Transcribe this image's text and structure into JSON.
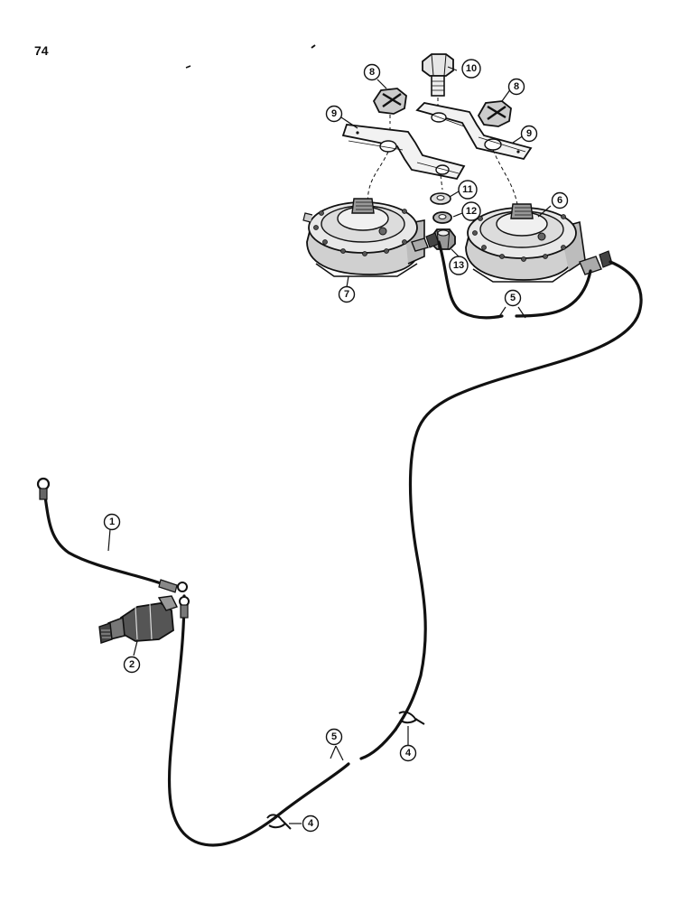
{
  "page_number": "74",
  "colors": {
    "ink": "#111111",
    "paper": "#ffffff",
    "part_fill": "#d9d9d9",
    "part_shade": "#8a8a8a"
  },
  "callouts": [
    {
      "id": "c1",
      "label": "1"
    },
    {
      "id": "c2",
      "label": "2"
    },
    {
      "id": "c4a",
      "label": "4"
    },
    {
      "id": "c4b",
      "label": "4"
    },
    {
      "id": "c5a",
      "label": "5"
    },
    {
      "id": "c5b",
      "label": "5"
    },
    {
      "id": "c6",
      "label": "6"
    },
    {
      "id": "c7",
      "label": "7"
    },
    {
      "id": "c8a",
      "label": "8"
    },
    {
      "id": "c8b",
      "label": "8"
    },
    {
      "id": "c9a",
      "label": "9"
    },
    {
      "id": "c9b",
      "label": "9"
    },
    {
      "id": "c10",
      "label": "10"
    },
    {
      "id": "c11",
      "label": "11"
    },
    {
      "id": "c12",
      "label": "12"
    },
    {
      "id": "c13",
      "label": "13"
    }
  ]
}
